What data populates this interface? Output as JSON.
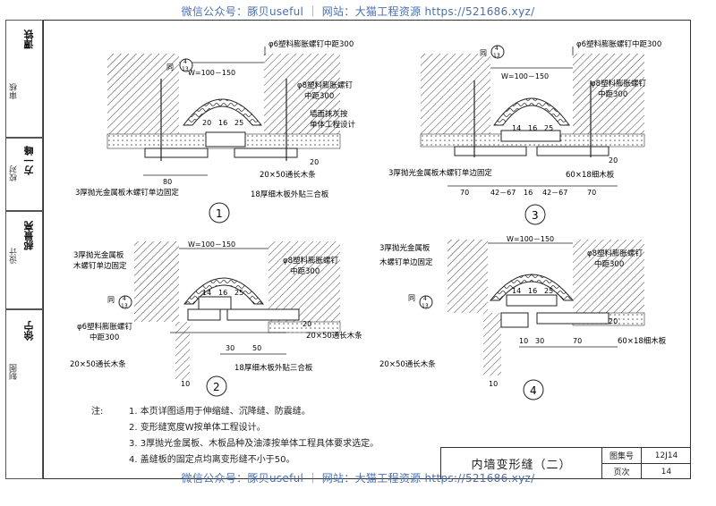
{
  "watermark": "微信公众号：豚贝useful ｜ 网站：大猫工程资源 https://521686.xyz/",
  "sidebar": {
    "labels": [
      "审核",
      "校对",
      "设计",
      "制图"
    ],
    "names": [
      "谭铁",
      "方一峰",
      "郝景亮",
      "徐宁"
    ]
  },
  "annotations": {
    "nail6": "φ6塑料膨胀螺钉中距300",
    "nail8a": "φ8塑料膨胀螺钉",
    "nail8b": "中距300",
    "plaster1": "墙面抹灰按",
    "plaster2": "单体工程设计",
    "plate_fix": "3厚抛光金属板木螺钉单边固定",
    "plate_fix_a": "3厚抛光金属板",
    "plate_fix_b": "木螺钉单边固定",
    "strip": "20×50通长木条",
    "plywood": "18厚细木板外贴三合板",
    "wood60": "60×18细木板",
    "width": "W=100－150",
    "same": "同",
    "ref_num": "4",
    "ref_den": "13",
    "nail6a": "φ6塑料膨胀螺钉",
    "nail6b": "中距300"
  },
  "dims": {
    "d1": [
      "20",
      "16",
      "25",
      "80",
      "20"
    ],
    "d3": [
      "14",
      "16",
      "25",
      "70",
      "42－67",
      "16",
      "42－67",
      "70"
    ],
    "d2": [
      "14",
      "16",
      "25",
      "30",
      "50",
      "10",
      "20"
    ],
    "d4": [
      "14",
      "16",
      "25",
      "10",
      "30",
      "70",
      "10",
      "20"
    ]
  },
  "detail_numbers": [
    "1",
    "2",
    "3",
    "4"
  ],
  "notes": {
    "lead": "注:",
    "items": [
      "1. 本页详图适用于伸缩缝、沉降缝、防震缝。",
      "2. 变形缝宽度W按单体工程设计。",
      "3. 3厚抛光金属板、木板品种及油漆按单体工程具体要求选定。",
      "4. 盖缝板的固定点均离变形缝不小于50。"
    ]
  },
  "title_block": {
    "title": "内墙变形缝（二）",
    "atlas_label": "图集号",
    "atlas_value": "12J14",
    "page_label": "页次",
    "page_value": "14"
  }
}
